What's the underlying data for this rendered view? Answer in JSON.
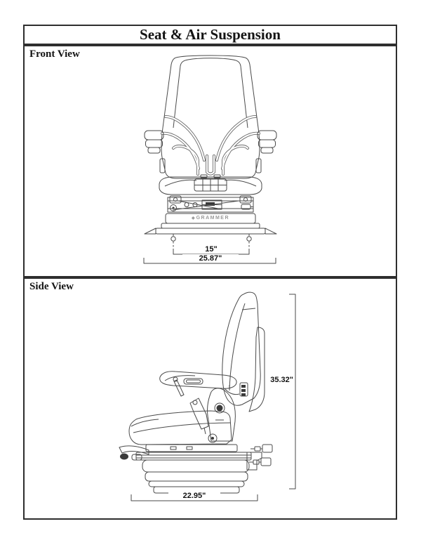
{
  "title": "Seat & Air Suspension",
  "panels": {
    "front": {
      "label": "Front View",
      "brand": "GRAMMER",
      "dimensions": {
        "inner_mount_width": "15\"",
        "overall_width": "25.87\""
      }
    },
    "side": {
      "label": "Side View",
      "dimensions": {
        "overall_height": "35.32\"",
        "overall_depth": "22.95\""
      }
    }
  },
  "colors": {
    "line": "#4a4a4a",
    "panel_border": "#2e2e2e",
    "text": "#141414",
    "brand_gray": "#9a9a9a"
  }
}
